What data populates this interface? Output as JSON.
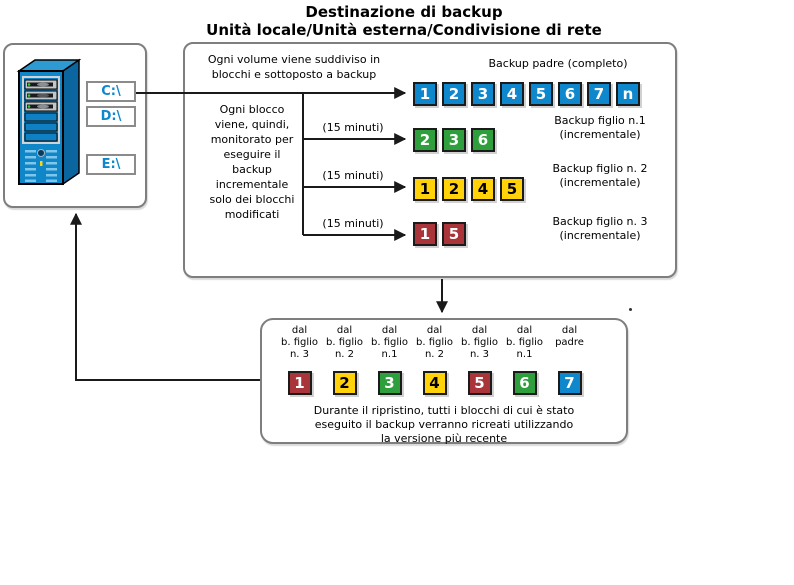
{
  "title": {
    "line1": "Destinazione di backup",
    "line2": "Unità locale/Unità esterna/Condivisione di rete"
  },
  "colors": {
    "blue": "#0f87cd",
    "green": "#2f9e3c",
    "yellow": "#ffd20a",
    "red": "#a93439",
    "box_border": "#7e7e7e"
  },
  "server": {
    "drives": [
      {
        "label": "C:\\"
      },
      {
        "label": "D:\\"
      },
      {
        "label": "E:\\"
      }
    ]
  },
  "process": {
    "top_note": "Ogni volume viene suddiviso in\nblocchi e sottoposto a backup",
    "side_note": "Ogni blocco\nviene, quindi,\nmonitorato per\neseguire il\nbackup\nincrementale\nsolo dei blocchi\nmodificati",
    "interval_label": "(15 minuti)",
    "rows": [
      {
        "name": "parent",
        "label": "Backup padre (completo)",
        "color": "blue",
        "blocks": [
          "1",
          "2",
          "3",
          "4",
          "5",
          "6",
          "7",
          "n"
        ]
      },
      {
        "name": "child1",
        "label": "Backup figlio n.1\n(incrementale)",
        "color": "green",
        "blocks": [
          "2",
          "3",
          "6"
        ]
      },
      {
        "name": "child2",
        "label": "Backup figlio n. 2\n(incrementale)",
        "color": "yellow",
        "blocks": [
          "1",
          "2",
          "4",
          "5"
        ]
      },
      {
        "name": "child3",
        "label": "Backup figlio n. 3\n(incrementale)",
        "color": "red",
        "blocks": [
          "1",
          "5"
        ]
      }
    ]
  },
  "restore": {
    "columns": [
      {
        "source": "dal\nb. figlio\nn. 3",
        "value": "1",
        "color": "red"
      },
      {
        "source": "dal\nb. figlio\nn. 2",
        "value": "2",
        "color": "yellow"
      },
      {
        "source": "dal\nb. figlio\nn.1",
        "value": "3",
        "color": "green"
      },
      {
        "source": "dal\nb. figlio\nn. 2",
        "value": "4",
        "color": "yellow"
      },
      {
        "source": "dal\nb. figlio\nn. 3",
        "value": "5",
        "color": "red"
      },
      {
        "source": "dal\nb. figlio\nn.1",
        "value": "6",
        "color": "green"
      },
      {
        "source": "dal\npadre",
        "value": "7",
        "color": "blue"
      }
    ],
    "note": "Durante il ripristino, tutti i blocchi di cui è stato\neseguito il backup verranno ricreati utilizzando\nla versione più recente"
  }
}
